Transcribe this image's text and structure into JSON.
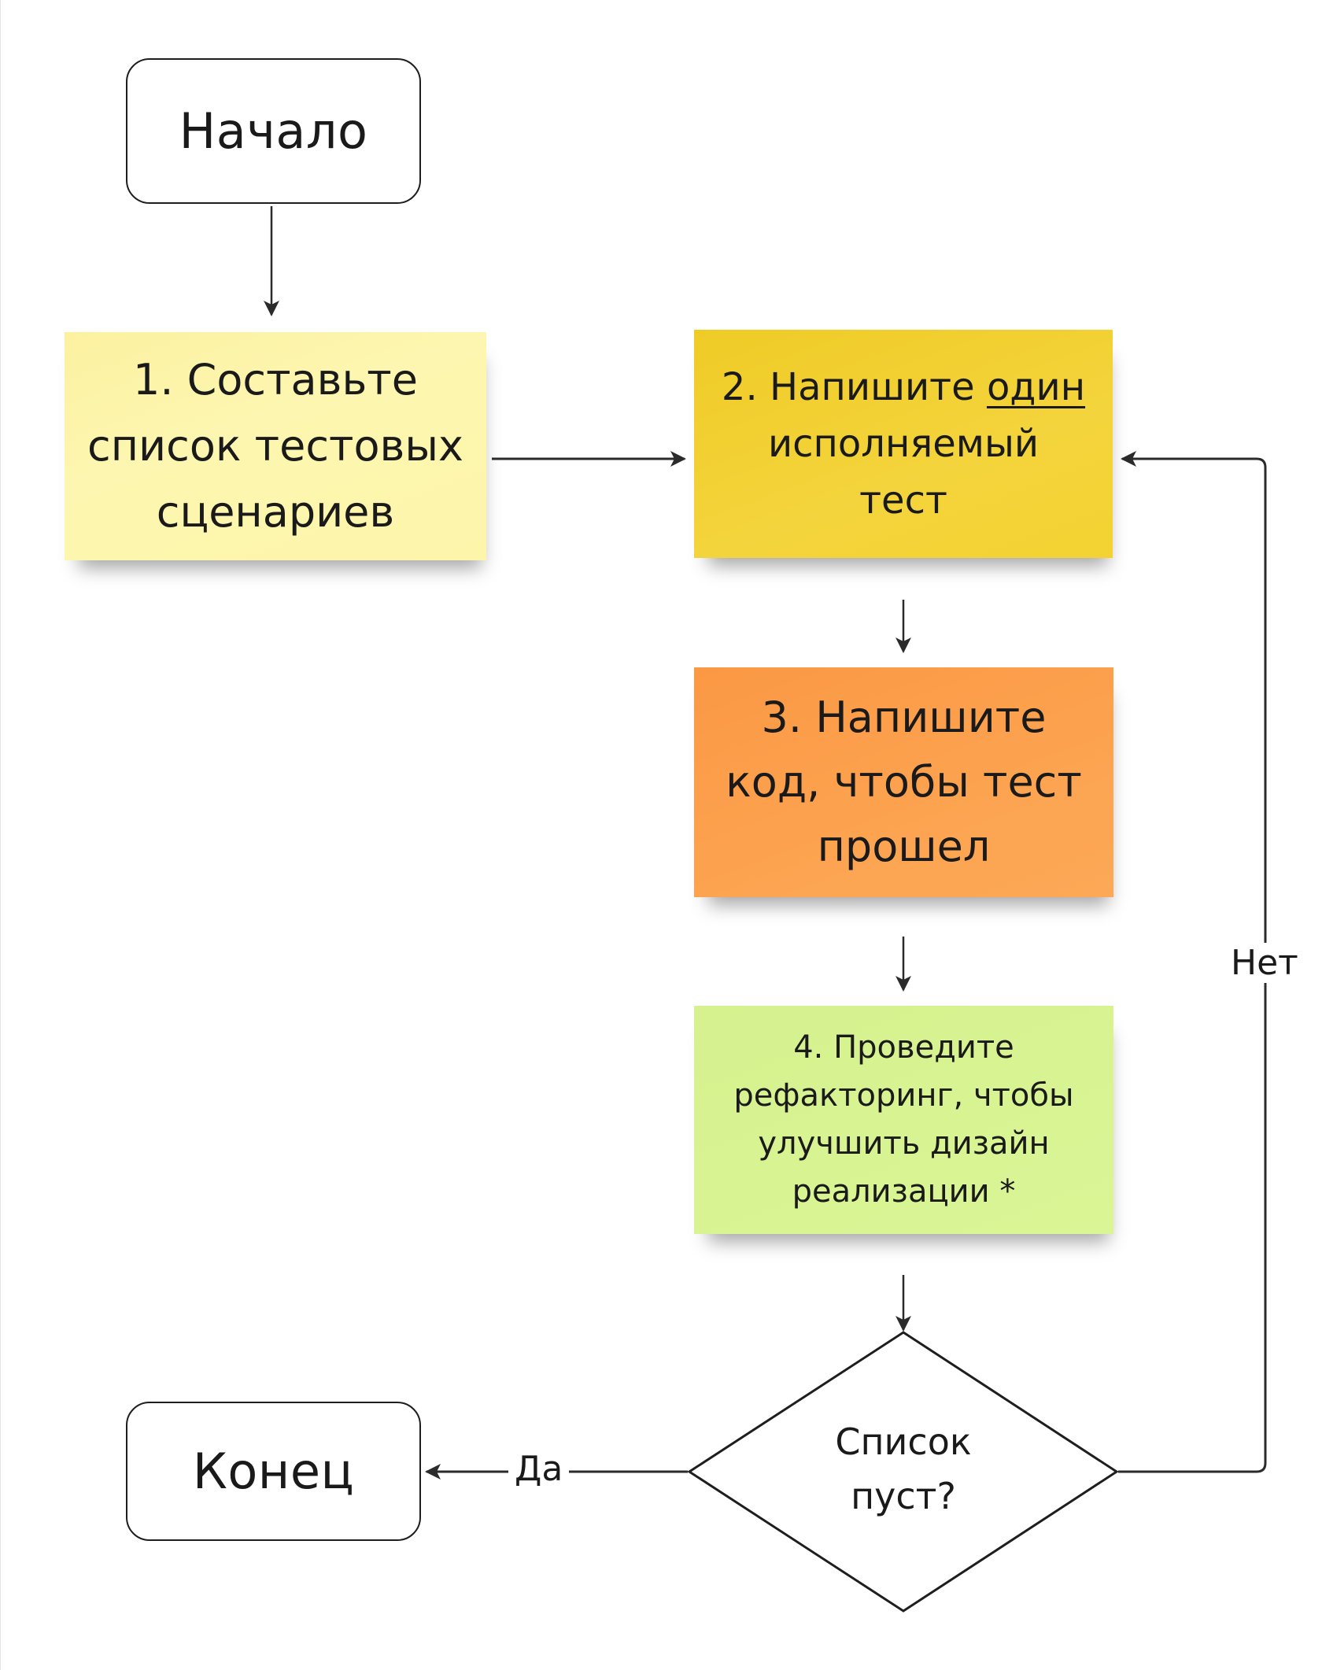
{
  "diagram": {
    "nodes": {
      "start": {
        "label": "Начало",
        "shape": "rounded-rectangle"
      },
      "step1": {
        "lines": [
          "1. Составьте",
          "список тестовых",
          "сценариев"
        ],
        "color": "#fdf5aa",
        "shape": "sticky-note"
      },
      "step2": {
        "line1_prefix": "2. Напишите ",
        "line1_emphasis": "один",
        "lines_rest": [
          "исполняемый",
          "тест"
        ],
        "color": "#f3d232",
        "shape": "sticky-note"
      },
      "step3": {
        "lines": [
          "3. Напишите",
          "код, чтобы тест",
          "прошел"
        ],
        "color": "#fca552",
        "shape": "sticky-note"
      },
      "step4": {
        "lines": [
          "4. Проведите",
          "рефакторинг, чтобы",
          "улучшить дизайн",
          "реализации *"
        ],
        "color": "#d7f392",
        "shape": "sticky-note"
      },
      "decision": {
        "lines": [
          "Список",
          "пуст?"
        ],
        "shape": "diamond"
      },
      "end": {
        "label": "Конец",
        "shape": "rounded-rectangle"
      }
    },
    "edges": [
      {
        "from": "start",
        "to": "step1",
        "label": ""
      },
      {
        "from": "step1",
        "to": "step2",
        "label": ""
      },
      {
        "from": "step2",
        "to": "step3",
        "label": ""
      },
      {
        "from": "step3",
        "to": "step4",
        "label": ""
      },
      {
        "from": "step4",
        "to": "decision",
        "label": ""
      },
      {
        "from": "decision",
        "to": "end",
        "label": "Да"
      },
      {
        "from": "decision",
        "to": "step2",
        "label": "Нет"
      }
    ],
    "line_color": "#2b2b2b"
  }
}
